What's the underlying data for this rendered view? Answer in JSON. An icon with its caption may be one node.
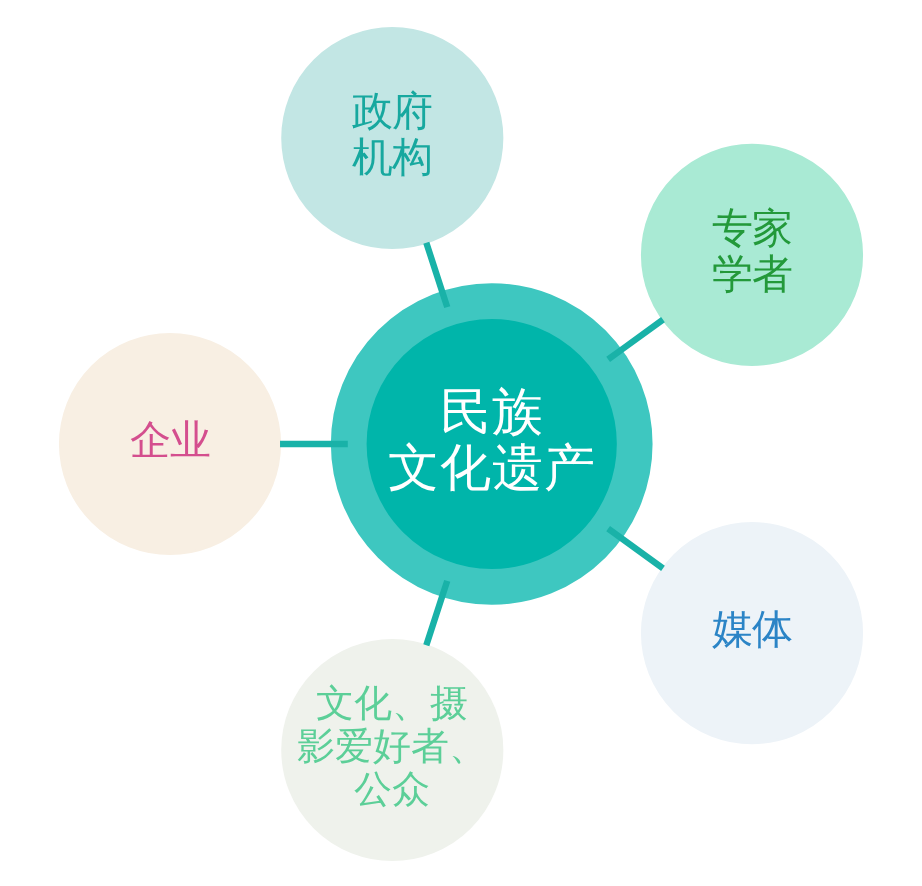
{
  "diagram": {
    "nodes": [
      {
        "text": [
          "民族文化遗产"
        ]
      },
      {
        "text": [
          "政府机构"
        ]
      },
      {
        "text": [
          "专家学者"
        ]
      },
      {
        "text": [
          "媒体"
        ]
      },
      {
        "text": [
          "文化、摄影爱好者、公众"
        ]
      },
      {
        "text": [
          "企业"
        ]
      }
    ],
    "edges": [
      {
        "from": 0,
        "to": 1,
        "arrow": "none"
      },
      {
        "from": 0,
        "to": 2,
        "arrow": "none"
      },
      {
        "from": 0,
        "to": 3,
        "arrow": "none"
      },
      {
        "from": 0,
        "to": 4,
        "arrow": "none"
      },
      {
        "from": 0,
        "to": 5,
        "arrow": "none"
      }
    ]
  }
}
